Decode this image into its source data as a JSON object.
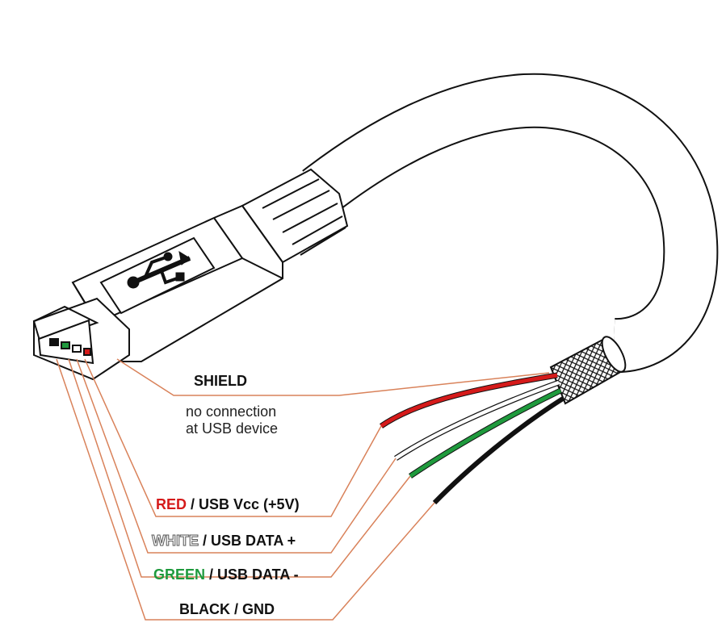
{
  "labels": {
    "shield": "SHIELD",
    "shield_note_1": "no connection",
    "shield_note_2": "at USB device",
    "red_color": "RED",
    "red_desc": " / USB Vcc (+5V)",
    "white_color": "WHITE",
    "white_desc": " / USB DATA +",
    "green_color": "GREEN",
    "green_desc": " / USB DATA -",
    "black_color": "BLACK",
    "black_desc": " / GND"
  },
  "colors": {
    "leader": "#d9825a",
    "wire_red": "#d51a1a",
    "wire_green": "#1f9a3d",
    "wire_black": "#111111",
    "wire_white": "#ffffff",
    "outline": "#111111"
  },
  "icons": [
    "usb-trident-icon"
  ]
}
